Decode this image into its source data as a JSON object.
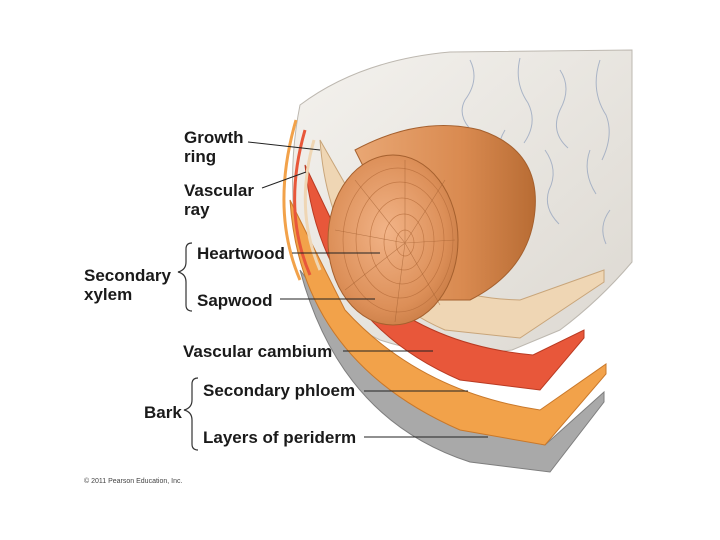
{
  "labels": {
    "growth_ring": "Growth\nring",
    "vascular_ray": "Vascular\nray",
    "heartwood": "Heartwood",
    "sapwood": "Sapwood",
    "secondary_xylem": "Secondary\nxylem",
    "vascular_cambium": "Vascular cambium",
    "secondary_phloem": "Secondary phloem",
    "bark": "Bark",
    "layers_of_periderm": "Layers of periderm"
  },
  "copyright": "© 2011 Pearson Education, Inc.",
  "colors": {
    "bark_surface": "#eae7e2",
    "bark_cracks": "#9aa8c0",
    "periderm": "#a9a9a9",
    "secondary_phloem": "#f2a24a",
    "vascular_cambium": "#e8573a",
    "sapwood": "#efd6b4",
    "heartwood": "#d98c55"
  }
}
